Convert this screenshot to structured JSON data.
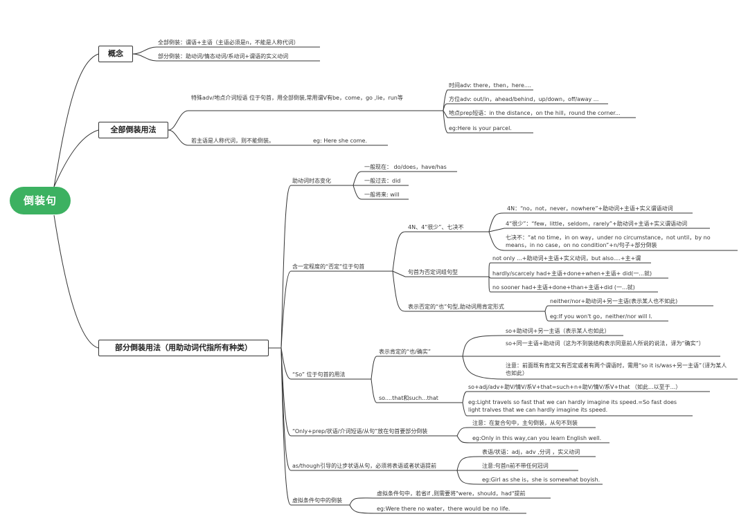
{
  "root": "倒装句",
  "concept": {
    "title": "概念",
    "full": "全部倒装：谓语+主语（主语必须是n，不能是人称代词）",
    "partial": "部分倒装：助动词/情态动词/系动词+谓语的实义动词"
  },
  "full_inv": {
    "title": "全部倒装用法",
    "special": "特殊adv/地点介词短语 位于句首，用全部倒装,常用谓V有be，come，go ,lie，run等",
    "time": "时间adv: there，then，here....",
    "direction": "方位adv: out/in，ahead/behind，up/down，off/away ...",
    "place": "地点prep短语：in the distance，on the hill，round the corner...",
    "eg": "eg:Here is your parcel.",
    "pron": "若主语是人称代词，则不能倒装。",
    "pron_eg": "eg: Here she come."
  },
  "partial_inv": {
    "title": "部分倒装用法（用助动词代指所有种类）",
    "tense": {
      "label": "助动词时态变化",
      "present": "一般现在： do/does，have/has",
      "past": "一般过去：did",
      "future": "一般将来: will"
    },
    "negative": {
      "label": "含一定程度的“否定”位于句首",
      "four": {
        "label": "4N、4“很少”、七决不",
        "n4": "4N：“no，not，never，nowhere”+助动词+主语+实义谓语动词",
        "few4": "4“很少”：“few，little，seldom，rarely”+助动词+主语+实义谓语动词",
        "seven": "七决不：“at no time，in on way，under no circumstance，not until，by no means，in no case，on no condition”+n/句子+部分倒装"
      },
      "pattern": {
        "label": "句首为否定词组句型",
        "notonly": "not only ...+助动词+主语+实义动词，but also....+主+谓",
        "hardly": "hardly/scarcely had+主语+done+when+主语+ did(一...就)",
        "nosooner": "no sooner had+主语+done+than+主语+did (一...就)"
      },
      "neither": {
        "label": "表示否定的“也”句型,助动词用肯定形式",
        "rule": "neither/nor+助动词+另一主语(表示某人也不如此)",
        "eg": "eg:If you won't go，neither/nor will I."
      }
    },
    "so": {
      "label": "“So” 位于句首的用法",
      "affirm": {
        "label": "表示肯定的“也/确实”",
        "r1": "so+助动词+另一主语（表示某人也如此）",
        "r2": "so+同一主语+助动词（这为不到装结构表示同意前人所说的说法，译为“确实”）",
        "note": "注意：前面既有肯定又有否定或者有两个谓语时，需用“so it is/was+另一主语”（译为某人也如此）"
      },
      "sothat": {
        "label": "so....that和such...that",
        "rule": "so+adj/adv+助V/情V/系V+that=such+n+助V/情V/系V+that （如此...以至于...）",
        "eg": "eg:Light travels so fast that we can hardly imagine its speed.=So fast does light tralves that we can hardly imagine its speed."
      }
    },
    "only": {
      "label": "“Only+prep/状语/介词短语/从句”放在句首要部分倒装",
      "note": "注意：在复合句中，主句倒装，从句不到装",
      "eg": "eg:Only in this way,can you learn English well."
    },
    "asthough": {
      "label": "as/though引导的让步状语从句，必须将表语或者状语提前",
      "r1": "表语/状语：adj，adv ,分词 ，实义动词",
      "note": "注意:句首n前不带任何冠词",
      "eg": "eg:Girl as she is，she is somewhat boyish."
    },
    "virtual": {
      "label": "虚拟条件句中的倒装",
      "rule": "虚拟条件句中，若省if ,则需要将\"were，should，had\"提前",
      "eg": "eg:Were there no water，there would be no life."
    }
  }
}
